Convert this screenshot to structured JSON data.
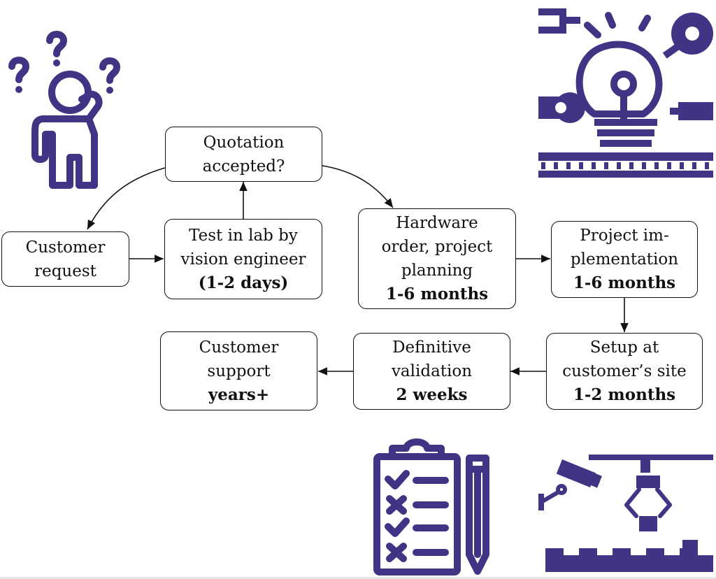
{
  "colors": {
    "icon": "#3f3584",
    "line": "#111111",
    "background": "#ffffff"
  },
  "icons": [
    "confused-person-icon",
    "lightbulb-robot-arms-icon",
    "checklist-pencil-icon",
    "factory-automation-icon"
  ],
  "nodes": {
    "customer_request": {
      "lines": [
        "Customer",
        "request"
      ],
      "duration": ""
    },
    "test_in_lab": {
      "lines": [
        "Test in lab by",
        "vision engineer"
      ],
      "duration": "(1-2 days)"
    },
    "quotation": {
      "lines": [
        "Quotation",
        "accepted?"
      ],
      "duration": ""
    },
    "hardware_order": {
      "lines": [
        "Hardware",
        "order, project",
        "planning"
      ],
      "duration": "1-6 months"
    },
    "project_implementation": {
      "lines": [
        "Project im-",
        "plementation"
      ],
      "duration": "1-6 months"
    },
    "setup_site": {
      "lines": [
        "Setup at",
        "customer’s site"
      ],
      "duration": "1-2 months"
    },
    "definitive_validation": {
      "lines": [
        "Definitive",
        "validation"
      ],
      "duration": "2 weeks"
    },
    "customer_support": {
      "lines": [
        "Customer",
        "support"
      ],
      "duration": "years+"
    }
  }
}
